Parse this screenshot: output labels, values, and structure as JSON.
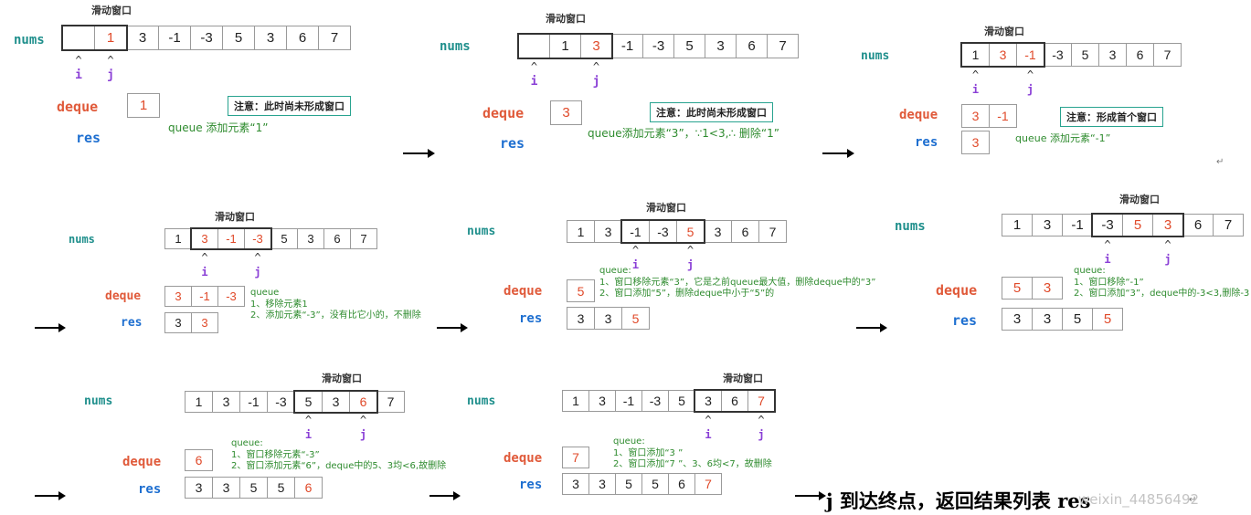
{
  "labels": {
    "nums": "nums",
    "deque": "deque",
    "res": "res",
    "window_title": "滑动窗口",
    "i": "i",
    "j": "j",
    "caret": "^"
  },
  "colors": {
    "nums": "#1f8f8c",
    "deque": "#e05a3a",
    "res": "#1e6fd0",
    "pointer": "#8a3fd6",
    "highlight": "#e04a2a",
    "explanation": "#2e8b2e",
    "note_border": "#28a38f"
  },
  "steps": [
    {
      "nums": [
        "",
        "1",
        "3",
        "-1",
        "-3",
        "5",
        "3",
        "6",
        "7"
      ],
      "red": [
        1
      ],
      "window": [
        0,
        1
      ],
      "i": 0,
      "j": 1,
      "deque": [
        "1"
      ],
      "deque_red": [
        0
      ],
      "res": [],
      "res_red": [],
      "note": "注意：此时尚未形成窗口",
      "explain": [
        "queue 添加元素“1”"
      ]
    },
    {
      "nums": [
        "",
        "1",
        "3",
        "-1",
        "-3",
        "5",
        "3",
        "6",
        "7"
      ],
      "red": [
        2
      ],
      "window": [
        0,
        2
      ],
      "i": 0,
      "j": 2,
      "deque": [
        "3"
      ],
      "deque_red": [
        0
      ],
      "res": [],
      "res_red": [],
      "note": "注意：此时尚未形成窗口",
      "explain": [
        "queue添加元素“3”，∵1<3,∴ 删除“1”"
      ]
    },
    {
      "nums": [
        "1",
        "3",
        "-1",
        "-3",
        "5",
        "3",
        "6",
        "7"
      ],
      "red": [
        1,
        2
      ],
      "window": [
        0,
        2
      ],
      "i": 0,
      "j": 2,
      "deque": [
        "3",
        "-1"
      ],
      "deque_red": [
        0,
        1
      ],
      "res": [
        "3"
      ],
      "res_red": [
        0
      ],
      "note": "注意：形成首个窗口",
      "explain": [
        "queue 添加元素“-1”"
      ]
    },
    {
      "nums": [
        "1",
        "3",
        "-1",
        "-3",
        "5",
        "3",
        "6",
        "7"
      ],
      "red": [
        1,
        2,
        3
      ],
      "window": [
        1,
        3
      ],
      "i": 1,
      "j": 3,
      "deque": [
        "3",
        "-1",
        "-3"
      ],
      "deque_red": [
        0,
        1,
        2
      ],
      "res": [
        "3",
        "3"
      ],
      "res_red": [
        1
      ],
      "note": "",
      "explain": [
        "queue",
        "1、移除元素1",
        "2、添加元素“-3”，没有比它小的，不删除"
      ]
    },
    {
      "nums": [
        "1",
        "3",
        "-1",
        "-3",
        "5",
        "3",
        "6",
        "7"
      ],
      "red": [
        4
      ],
      "window": [
        2,
        4
      ],
      "i": 2,
      "j": 4,
      "deque": [
        "5"
      ],
      "deque_red": [
        0
      ],
      "res": [
        "3",
        "3",
        "5"
      ],
      "res_red": [
        2
      ],
      "note": "",
      "explain": [
        "queue:",
        "1、窗口移除元素“3”，它是之前queue最大值，删除deque中的“3”",
        "2、窗口添加“5”，删除deque中小于“5”的"
      ]
    },
    {
      "nums": [
        "1",
        "3",
        "-1",
        "-3",
        "5",
        "3",
        "6",
        "7"
      ],
      "red": [
        4,
        5
      ],
      "window": [
        3,
        5
      ],
      "i": 3,
      "j": 5,
      "deque": [
        "5",
        "3"
      ],
      "deque_red": [
        0,
        1
      ],
      "res": [
        "3",
        "3",
        "5",
        "5"
      ],
      "res_red": [
        3
      ],
      "note": "",
      "explain": [
        "queue:",
        "1、窗口移除“-1”",
        "2、窗口添加“3”，deque中的-3<3,删除-3"
      ]
    },
    {
      "nums": [
        "1",
        "3",
        "-1",
        "-3",
        "5",
        "3",
        "6",
        "7"
      ],
      "red": [
        6
      ],
      "window": [
        4,
        6
      ],
      "i": 4,
      "j": 6,
      "deque": [
        "6"
      ],
      "deque_red": [
        0
      ],
      "res": [
        "3",
        "3",
        "5",
        "5",
        "6"
      ],
      "res_red": [
        4
      ],
      "note": "",
      "explain": [
        "queue:",
        "1、窗口移除元素“-3”",
        "2、窗口添加元素“6”，deque中的5、3均<6,故删除"
      ]
    },
    {
      "nums": [
        "1",
        "3",
        "-1",
        "-3",
        "5",
        "3",
        "6",
        "7"
      ],
      "red": [
        7
      ],
      "window": [
        5,
        7
      ],
      "i": 5,
      "j": 7,
      "deque": [
        "7"
      ],
      "deque_red": [
        0
      ],
      "res": [
        "3",
        "3",
        "5",
        "5",
        "6",
        "7"
      ],
      "res_red": [
        5
      ],
      "note": "",
      "explain": [
        "queue:",
        "1、窗口添加“3 ”",
        "2、窗口添加“7 ”、3、6均<7，故删除"
      ]
    }
  ],
  "final_text": "j 到达终点，返回结果列表 res",
  "watermark": "weixin_44856492",
  "return_mark": "↵"
}
